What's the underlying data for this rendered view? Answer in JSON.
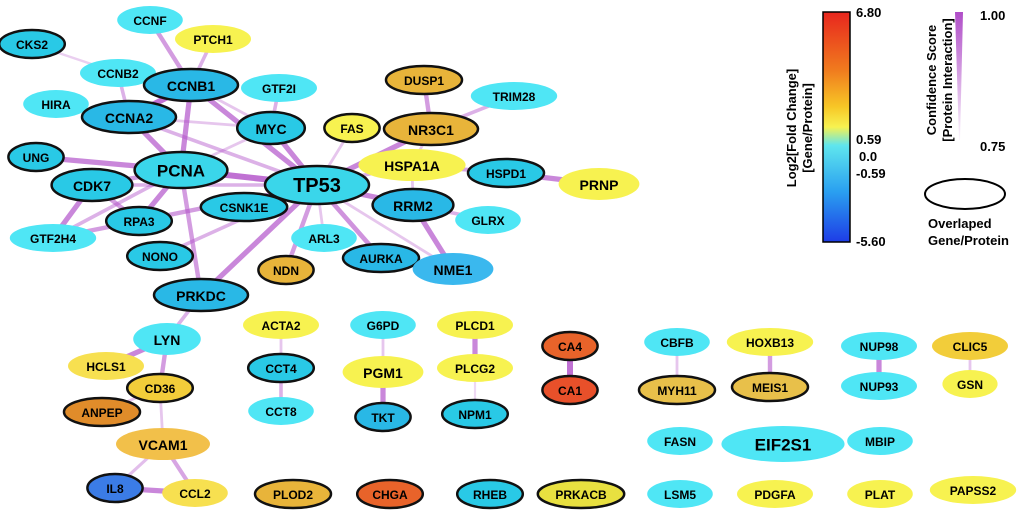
{
  "nodes": [
    {
      "id": "CKS2",
      "label": "CKS2",
      "color": "#29c9e6",
      "overlap": true,
      "size": 1
    },
    {
      "id": "CCNF",
      "label": "CCNF",
      "color": "#4fe6f5",
      "overlap": false,
      "size": 1
    },
    {
      "id": "PTCH1",
      "label": "PTCH1",
      "color": "#f7f250",
      "overlap": false,
      "size": 1
    },
    {
      "id": "CCNB2",
      "label": "CCNB2",
      "color": "#4fe6f5",
      "overlap": false,
      "size": 1
    },
    {
      "id": "CCNB1",
      "label": "CCNB1",
      "color": "#29b8e6",
      "overlap": true,
      "size": 2
    },
    {
      "id": "HIRA",
      "label": "HIRA",
      "color": "#4fe6f5",
      "overlap": false,
      "size": 1
    },
    {
      "id": "CCNA2",
      "label": "CCNA2",
      "color": "#29b8e6",
      "overlap": true,
      "size": 2
    },
    {
      "id": "GTF2I",
      "label": "GTF2I",
      "color": "#4fe6f5",
      "overlap": false,
      "size": 1
    },
    {
      "id": "DUSP1",
      "label": "DUSP1",
      "color": "#e8b43a",
      "overlap": true,
      "size": 1
    },
    {
      "id": "TRIM28",
      "label": "TRIM28",
      "color": "#4fe6f5",
      "overlap": false,
      "size": 1
    },
    {
      "id": "MYC",
      "label": "MYC",
      "color": "#29c9e6",
      "overlap": true,
      "size": 2
    },
    {
      "id": "FAS",
      "label": "FAS",
      "color": "#f7f250",
      "overlap": true,
      "size": 1
    },
    {
      "id": "NR3C1",
      "label": "NR3C1",
      "color": "#e8b43a",
      "overlap": true,
      "size": 2
    },
    {
      "id": "UNG",
      "label": "UNG",
      "color": "#29c9e6",
      "overlap": true,
      "size": 1
    },
    {
      "id": "PCNA",
      "label": "PCNA",
      "color": "#3ad6ea",
      "overlap": true,
      "size": 3
    },
    {
      "id": "HSPA1A",
      "label": "HSPA1A",
      "color": "#f7f250",
      "overlap": false,
      "size": 2
    },
    {
      "id": "HSPD1",
      "label": "HSPD1",
      "color": "#29c9e6",
      "overlap": true,
      "size": 1
    },
    {
      "id": "PRNP",
      "label": "PRNP",
      "color": "#f7f250",
      "overlap": false,
      "size": 2
    },
    {
      "id": "CDK7",
      "label": "CDK7",
      "color": "#29c9e6",
      "overlap": true,
      "size": 2
    },
    {
      "id": "TP53",
      "label": "TP53",
      "color": "#3ad6ea",
      "overlap": true,
      "size": 4
    },
    {
      "id": "RRM2",
      "label": "RRM2",
      "color": "#29b8e6",
      "overlap": true,
      "size": 2
    },
    {
      "id": "CSNK1E",
      "label": "CSNK1E",
      "color": "#29c9e6",
      "overlap": true,
      "size": 1
    },
    {
      "id": "RPA3",
      "label": "RPA3",
      "color": "#29c9e6",
      "overlap": true,
      "size": 1
    },
    {
      "id": "GLRX",
      "label": "GLRX",
      "color": "#4fe6f5",
      "overlap": false,
      "size": 1
    },
    {
      "id": "GTF2H4",
      "label": "GTF2H4",
      "color": "#4fe6f5",
      "overlap": false,
      "size": 1
    },
    {
      "id": "ARL3",
      "label": "ARL3",
      "color": "#4fe6f5",
      "overlap": false,
      "size": 1
    },
    {
      "id": "NONO",
      "label": "NONO",
      "color": "#29c9e6",
      "overlap": true,
      "size": 1
    },
    {
      "id": "AURKA",
      "label": "AURKA",
      "color": "#29b8e6",
      "overlap": true,
      "size": 1
    },
    {
      "id": "NME1",
      "label": "NME1",
      "color": "#3ab8ee",
      "overlap": false,
      "size": 2
    },
    {
      "id": "NDN",
      "label": "NDN",
      "color": "#e8b43a",
      "overlap": true,
      "size": 1
    },
    {
      "id": "PRKDC",
      "label": "PRKDC",
      "color": "#29b8e6",
      "overlap": true,
      "size": 2
    },
    {
      "id": "LYN",
      "label": "LYN",
      "color": "#4fe6f5",
      "overlap": false,
      "size": 2
    },
    {
      "id": "HCLS1",
      "label": "HCLS1",
      "color": "#f7e050",
      "overlap": false,
      "size": 1
    },
    {
      "id": "CD36",
      "label": "CD36",
      "color": "#f2cd3a",
      "overlap": true,
      "size": 1
    },
    {
      "id": "ANPEP",
      "label": "ANPEP",
      "color": "#e08c2a",
      "overlap": true,
      "size": 1
    },
    {
      "id": "VCAM1",
      "label": "VCAM1",
      "color": "#f2c04a",
      "overlap": false,
      "size": 2
    },
    {
      "id": "IL8",
      "label": "IL8",
      "color": "#3b7ce6",
      "overlap": true,
      "size": 1
    },
    {
      "id": "CCL2",
      "label": "CCL2",
      "color": "#f7e050",
      "overlap": false,
      "size": 1
    },
    {
      "id": "ACTA2",
      "label": "ACTA2",
      "color": "#f7f250",
      "overlap": false,
      "size": 1
    },
    {
      "id": "CCT4",
      "label": "CCT4",
      "color": "#29c9e6",
      "overlap": true,
      "size": 1
    },
    {
      "id": "CCT8",
      "label": "CCT8",
      "color": "#4fe6f5",
      "overlap": false,
      "size": 1
    },
    {
      "id": "G6PD",
      "label": "G6PD",
      "color": "#4fe6f5",
      "overlap": false,
      "size": 1
    },
    {
      "id": "PGM1",
      "label": "PGM1",
      "color": "#f7f250",
      "overlap": false,
      "size": 2
    },
    {
      "id": "TKT",
      "label": "TKT",
      "color": "#29b8e6",
      "overlap": true,
      "size": 1
    },
    {
      "id": "PLCD1",
      "label": "PLCD1",
      "color": "#f7f250",
      "overlap": false,
      "size": 1
    },
    {
      "id": "PLCG2",
      "label": "PLCG2",
      "color": "#f7f250",
      "overlap": false,
      "size": 1
    },
    {
      "id": "NPM1",
      "label": "NPM1",
      "color": "#29c9e6",
      "overlap": true,
      "size": 1
    },
    {
      "id": "CA4",
      "label": "CA4",
      "color": "#e8632a",
      "overlap": true,
      "size": 1
    },
    {
      "id": "CA1",
      "label": "CA1",
      "color": "#e8502a",
      "overlap": true,
      "size": 1
    },
    {
      "id": "CBFB",
      "label": "CBFB",
      "color": "#4fe6f5",
      "overlap": false,
      "size": 1
    },
    {
      "id": "MYH11",
      "label": "MYH11",
      "color": "#e8c04a",
      "overlap": true,
      "size": 1
    },
    {
      "id": "HOXB13",
      "label": "HOXB13",
      "color": "#f7f250",
      "overlap": false,
      "size": 1
    },
    {
      "id": "MEIS1",
      "label": "MEIS1",
      "color": "#e8c04a",
      "overlap": true,
      "size": 1
    },
    {
      "id": "NUP98",
      "label": "NUP98",
      "color": "#4fe6f5",
      "overlap": false,
      "size": 1
    },
    {
      "id": "NUP93",
      "label": "NUP93",
      "color": "#4fe6f5",
      "overlap": false,
      "size": 1
    },
    {
      "id": "CLIC5",
      "label": "CLIC5",
      "color": "#f2cd3a",
      "overlap": false,
      "size": 1
    },
    {
      "id": "GSN",
      "label": "GSN",
      "color": "#f7f250",
      "overlap": false,
      "size": 1
    },
    {
      "id": "FASN",
      "label": "FASN",
      "color": "#4fe6f5",
      "overlap": false,
      "size": 1
    },
    {
      "id": "EIF2S1",
      "label": "EIF2S1",
      "color": "#4fe6f5",
      "overlap": false,
      "size": 3
    },
    {
      "id": "MBIP",
      "label": "MBIP",
      "color": "#4fe6f5",
      "overlap": false,
      "size": 1
    },
    {
      "id": "PLOD2",
      "label": "PLOD2",
      "color": "#e8b43a",
      "overlap": true,
      "size": 1
    },
    {
      "id": "CHGA",
      "label": "CHGA",
      "color": "#e8632a",
      "overlap": true,
      "size": 1
    },
    {
      "id": "RHEB",
      "label": "RHEB",
      "color": "#29c9e6",
      "overlap": true,
      "size": 1
    },
    {
      "id": "PRKACB",
      "label": "PRKACB",
      "color": "#e8e040",
      "overlap": true,
      "size": 1
    },
    {
      "id": "LSM5",
      "label": "LSM5",
      "color": "#4fe6f5",
      "overlap": false,
      "size": 1
    },
    {
      "id": "PDGFA",
      "label": "PDGFA",
      "color": "#f7f250",
      "overlap": false,
      "size": 1
    },
    {
      "id": "PLAT",
      "label": "PLAT",
      "color": "#f7f250",
      "overlap": false,
      "size": 1
    },
    {
      "id": "PAPSS2",
      "label": "PAPSS2",
      "color": "#f7f250",
      "overlap": false,
      "size": 1
    }
  ],
  "edges": [
    [
      "CKS2",
      "CCNB2",
      0.78
    ],
    [
      "CCNF",
      "CCNB1",
      0.9
    ],
    [
      "PTCH1",
      "CCNB1",
      0.85
    ],
    [
      "CCNB2",
      "CCNB1",
      0.95
    ],
    [
      "CCNB2",
      "CCNA2",
      0.85
    ],
    [
      "CCNB1",
      "CCNA2",
      1.0
    ],
    [
      "CCNB1",
      "MYC",
      0.8
    ],
    [
      "CCNB1",
      "PCNA",
      0.95
    ],
    [
      "CCNB1",
      "TP53",
      0.95
    ],
    [
      "HIRA",
      "CCNA2",
      0.8
    ],
    [
      "CCNA2",
      "PCNA",
      0.95
    ],
    [
      "CCNA2",
      "MYC",
      0.8
    ],
    [
      "CCNA2",
      "TP53",
      0.85
    ],
    [
      "GTF2I",
      "MYC",
      0.85
    ],
    [
      "MYC",
      "TP53",
      0.95
    ],
    [
      "MYC",
      "PCNA",
      0.8
    ],
    [
      "DUSP1",
      "NR3C1",
      0.9
    ],
    [
      "TRIM28",
      "NR3C1",
      0.85
    ],
    [
      "FAS",
      "TP53",
      0.8
    ],
    [
      "NR3C1",
      "TP53",
      0.95
    ],
    [
      "NR3C1",
      "HSPA1A",
      0.8
    ],
    [
      "HSPA1A",
      "TP53",
      0.85
    ],
    [
      "HSPA1A",
      "HSPD1",
      0.88
    ],
    [
      "HSPD1",
      "PRNP",
      0.95
    ],
    [
      "HSPA1A",
      "RRM2",
      0.8
    ],
    [
      "UNG",
      "PCNA",
      0.95
    ],
    [
      "PCNA",
      "TP53",
      1.0
    ],
    [
      "PCNA",
      "CDK7",
      0.9
    ],
    [
      "PCNA",
      "RPA3",
      0.95
    ],
    [
      "PCNA",
      "GTF2H4",
      0.85
    ],
    [
      "PCNA",
      "PRKDC",
      0.9
    ],
    [
      "CDK7",
      "RPA3",
      0.9
    ],
    [
      "CDK7",
      "GTF2H4",
      0.95
    ],
    [
      "RPA3",
      "GTF2H4",
      0.9
    ],
    [
      "CDK7",
      "TP53",
      0.85
    ],
    [
      "TP53",
      "RRM2",
      0.95
    ],
    [
      "TP53",
      "CSNK1E",
      0.9
    ],
    [
      "TP53",
      "RPA3",
      0.9
    ],
    [
      "TP53",
      "ARL3",
      0.8
    ],
    [
      "TP53",
      "NONO",
      0.85
    ],
    [
      "TP53",
      "AURKA",
      0.92
    ],
    [
      "TP53",
      "NME1",
      0.8
    ],
    [
      "TP53",
      "NDN",
      0.9
    ],
    [
      "TP53",
      "PRKDC",
      0.95
    ],
    [
      "RRM2",
      "GLRX",
      0.85
    ],
    [
      "RRM2",
      "NME1",
      0.95
    ],
    [
      "AURKA",
      "NME1",
      0.8
    ],
    [
      "PRKDC",
      "LYN",
      0.85
    ],
    [
      "LYN",
      "HCLS1",
      0.95
    ],
    [
      "LYN",
      "CD36",
      0.9
    ],
    [
      "CD36",
      "ANPEP",
      0.8
    ],
    [
      "CD36",
      "VCAM1",
      0.8
    ],
    [
      "VCAM1",
      "IL8",
      0.82
    ],
    [
      "VCAM1",
      "CCL2",
      0.88
    ],
    [
      "IL8",
      "CCL2",
      0.95
    ],
    [
      "ACTA2",
      "CCT4",
      0.8
    ],
    [
      "CCT4",
      "CCT8",
      0.85
    ],
    [
      "G6PD",
      "PGM1",
      0.8
    ],
    [
      "PGM1",
      "TKT",
      0.95
    ],
    [
      "PLCD1",
      "PLCG2",
      0.95
    ],
    [
      "PLCG2",
      "NPM1",
      0.76
    ],
    [
      "CA4",
      "CA1",
      1.0
    ],
    [
      "CBFB",
      "MYH11",
      0.8
    ],
    [
      "HOXB13",
      "MEIS1",
      0.9
    ],
    [
      "NUP98",
      "NUP93",
      0.95
    ],
    [
      "CLIC5",
      "GSN",
      0.8
    ]
  ],
  "legend": {
    "fold_change": {
      "title_line1": "Log2[Fold Change]",
      "title_line2": "[Gene/Protein]",
      "ticks": [
        "6.80",
        "0.59",
        "0.0",
        "-0.59",
        "-5.60"
      ],
      "stops": [
        "#e8261e",
        "#f07a1e",
        "#f7c626",
        "#f7f250",
        "#5fe6ee",
        "#2aa0f0",
        "#1e3ce6"
      ]
    },
    "confidence": {
      "title_line1": "Confidence Score",
      "title_line2": "[Protein Interaction]",
      "max_label": "1.00",
      "min_label": "0.75",
      "color": "#b04ec8"
    },
    "overlap": {
      "line1": "Overlaped",
      "line2": "Gene/Protein"
    }
  }
}
